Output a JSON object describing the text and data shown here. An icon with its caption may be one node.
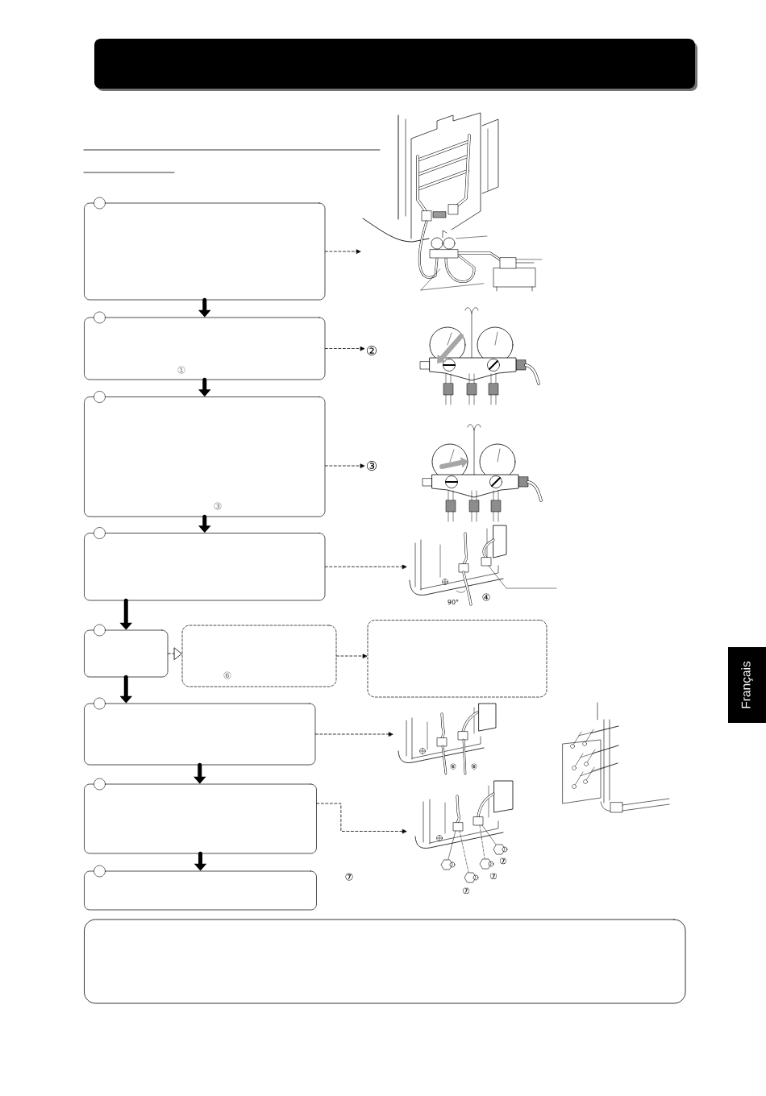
{
  "diagram": {
    "nodes": [
      {
        "text": [],
        "shape": "box"
      },
      {
        "text": [],
        "shape": "picture"
      },
      {
        "text": [
          "①"
        ]
      },
      {
        "text": [
          "②"
        ]
      },
      {
        "text": [
          "③"
        ]
      },
      {
        "text": [
          "③"
        ]
      },
      {
        "text": [],
        "shape": "box"
      },
      {
        "text": [],
        "shape": "picture"
      },
      {
        "text": [],
        "shape": "box"
      },
      {
        "text": [
          "⑥"
        ]
      },
      {
        "text": [],
        "shape": "box"
      },
      {
        "text": [],
        "shape": "box"
      },
      {
        "text": [],
        "shape": "picture"
      },
      {
        "text": [],
        "shape": "box"
      },
      {
        "text": [],
        "shape": "picture"
      },
      {
        "text": [],
        "shape": "box"
      },
      {
        "text": [],
        "shape": "box"
      },
      {
        "text": [
          "Français"
        ]
      },
      {
        "text": [],
        "shape": "picture"
      }
    ],
    "edges": [
      {
        "from": 0,
        "to": 1,
        "arrow": "to",
        "style": "dashed"
      },
      {
        "from": 0,
        "to": 2,
        "arrow": "to",
        "style": "thick"
      },
      {
        "from": 2,
        "to": 3,
        "arrow": "to",
        "style": "dashed"
      },
      {
        "from": 2,
        "to": 4,
        "arrow": "to",
        "style": "thick"
      },
      {
        "from": 4,
        "to": 5,
        "arrow": "to",
        "style": "dashed"
      },
      {
        "from": 4,
        "to": 6,
        "arrow": "to",
        "style": "thick"
      },
      {
        "from": 6,
        "to": 7,
        "arrow": "to",
        "style": "dashed"
      },
      {
        "from": 6,
        "to": 8,
        "arrow": "to",
        "style": "thick"
      },
      {
        "from": 8,
        "to": 9,
        "arrow": "to",
        "style": "dashed"
      },
      {
        "from": 9,
        "to": 10,
        "arrow": "to",
        "style": "dashed"
      },
      {
        "from": 8,
        "to": 11,
        "arrow": "to",
        "style": "thick"
      },
      {
        "from": 11,
        "to": 12,
        "arrow": "to",
        "style": "dashed"
      },
      {
        "from": 11,
        "to": 13,
        "arrow": "to",
        "style": "thick"
      },
      {
        "from": 13,
        "to": 14,
        "arrow": "to",
        "style": "dashed"
      },
      {
        "from": 13,
        "to": 15,
        "arrow": "to",
        "style": "thick"
      },
      {
        "from": null,
        "to": 1,
        "arrow": "none"
      },
      {
        "from": null,
        "to": 1,
        "arrow": "none"
      },
      {
        "from": null,
        "to": 1,
        "arrow": "none"
      },
      {
        "from": null,
        "to": 1,
        "arrow": "none"
      },
      {
        "from": null,
        "to": 7,
        "arrow": "none"
      },
      {
        "from": null,
        "to": 18,
        "arrow": "none"
      },
      {
        "from": null,
        "to": 18,
        "arrow": "none"
      },
      {
        "from": null,
        "to": 18,
        "arrow": "none"
      },
      {
        "from": null,
        "to": 18,
        "arrow": "none"
      },
      {
        "from": null,
        "to": 18,
        "arrow": "none"
      },
      {
        "from": null,
        "to": 18,
        "arrow": "none"
      }
    ],
    "labels": [
      "90°",
      "④",
      "⑥",
      "⑥",
      "⑦",
      "⑦",
      "⑦",
      "⑦"
    ]
  }
}
